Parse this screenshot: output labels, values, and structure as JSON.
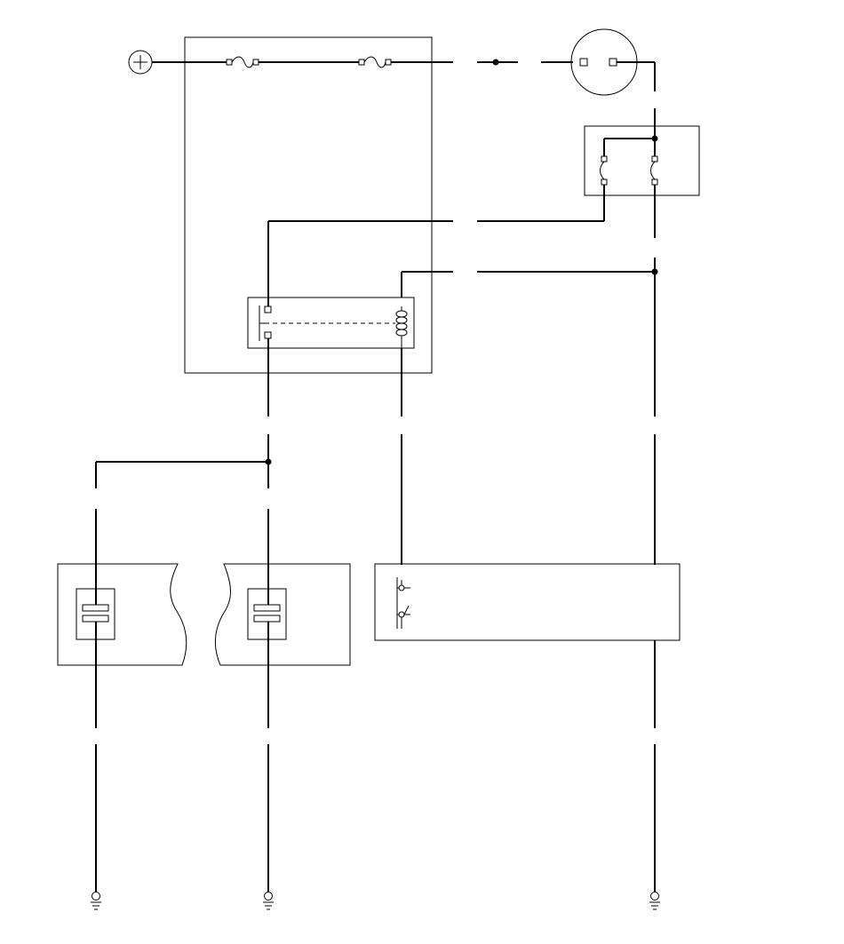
{
  "diagram": {
    "type": "wiring-schematic",
    "line_color": "#000000",
    "background_color": "#ffffff",
    "components": [
      {
        "name": "positive-terminal",
        "icon": "plus-circle-icon",
        "label": "+"
      },
      {
        "name": "fuse-box",
        "contains": [
          "fuse",
          "fuse",
          "relay"
        ]
      },
      {
        "name": "lamp",
        "icon": "lamp-icon"
      },
      {
        "name": "switch-assembly",
        "contains": [
          "switch",
          "switch"
        ]
      },
      {
        "name": "heater-element-left",
        "icon": "heater-icon"
      },
      {
        "name": "heater-element-right",
        "icon": "heater-icon"
      },
      {
        "name": "push-switch-module",
        "icon": "push-button-icon"
      },
      {
        "name": "ground",
        "icon": "ground-icon",
        "count": 3
      }
    ]
  }
}
